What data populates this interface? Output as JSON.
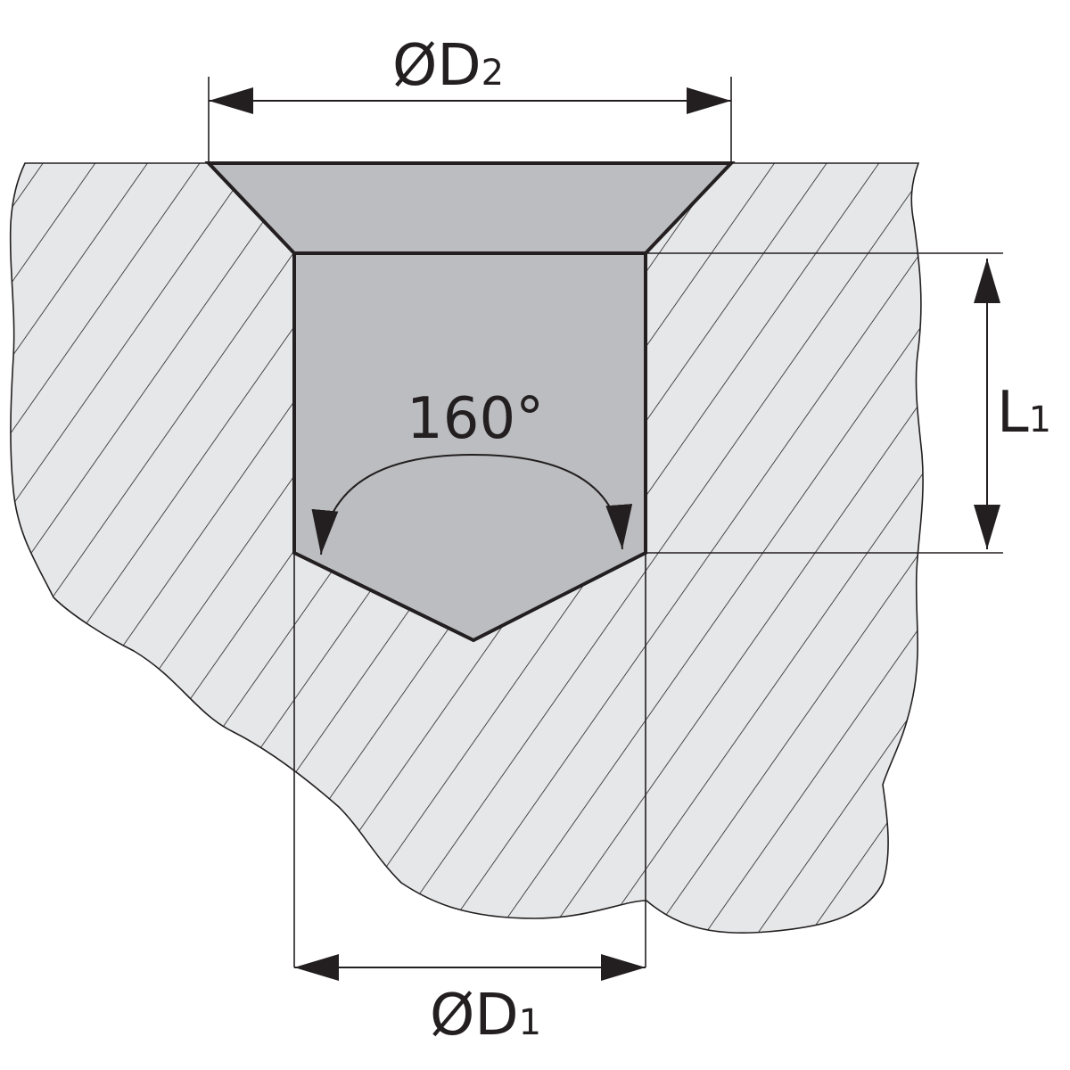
{
  "diagram": {
    "d2_label": {
      "main": "ØD",
      "sub": "2"
    },
    "d1_label": {
      "main": "ØD",
      "sub": "1"
    },
    "l1_label": {
      "main": "L",
      "sub": "1"
    },
    "angle_label": "160°"
  },
  "colors": {
    "material": "#e6e7e8",
    "hatch": "#231f20",
    "hole": "#bcbdc0",
    "outline": "#231f20"
  }
}
